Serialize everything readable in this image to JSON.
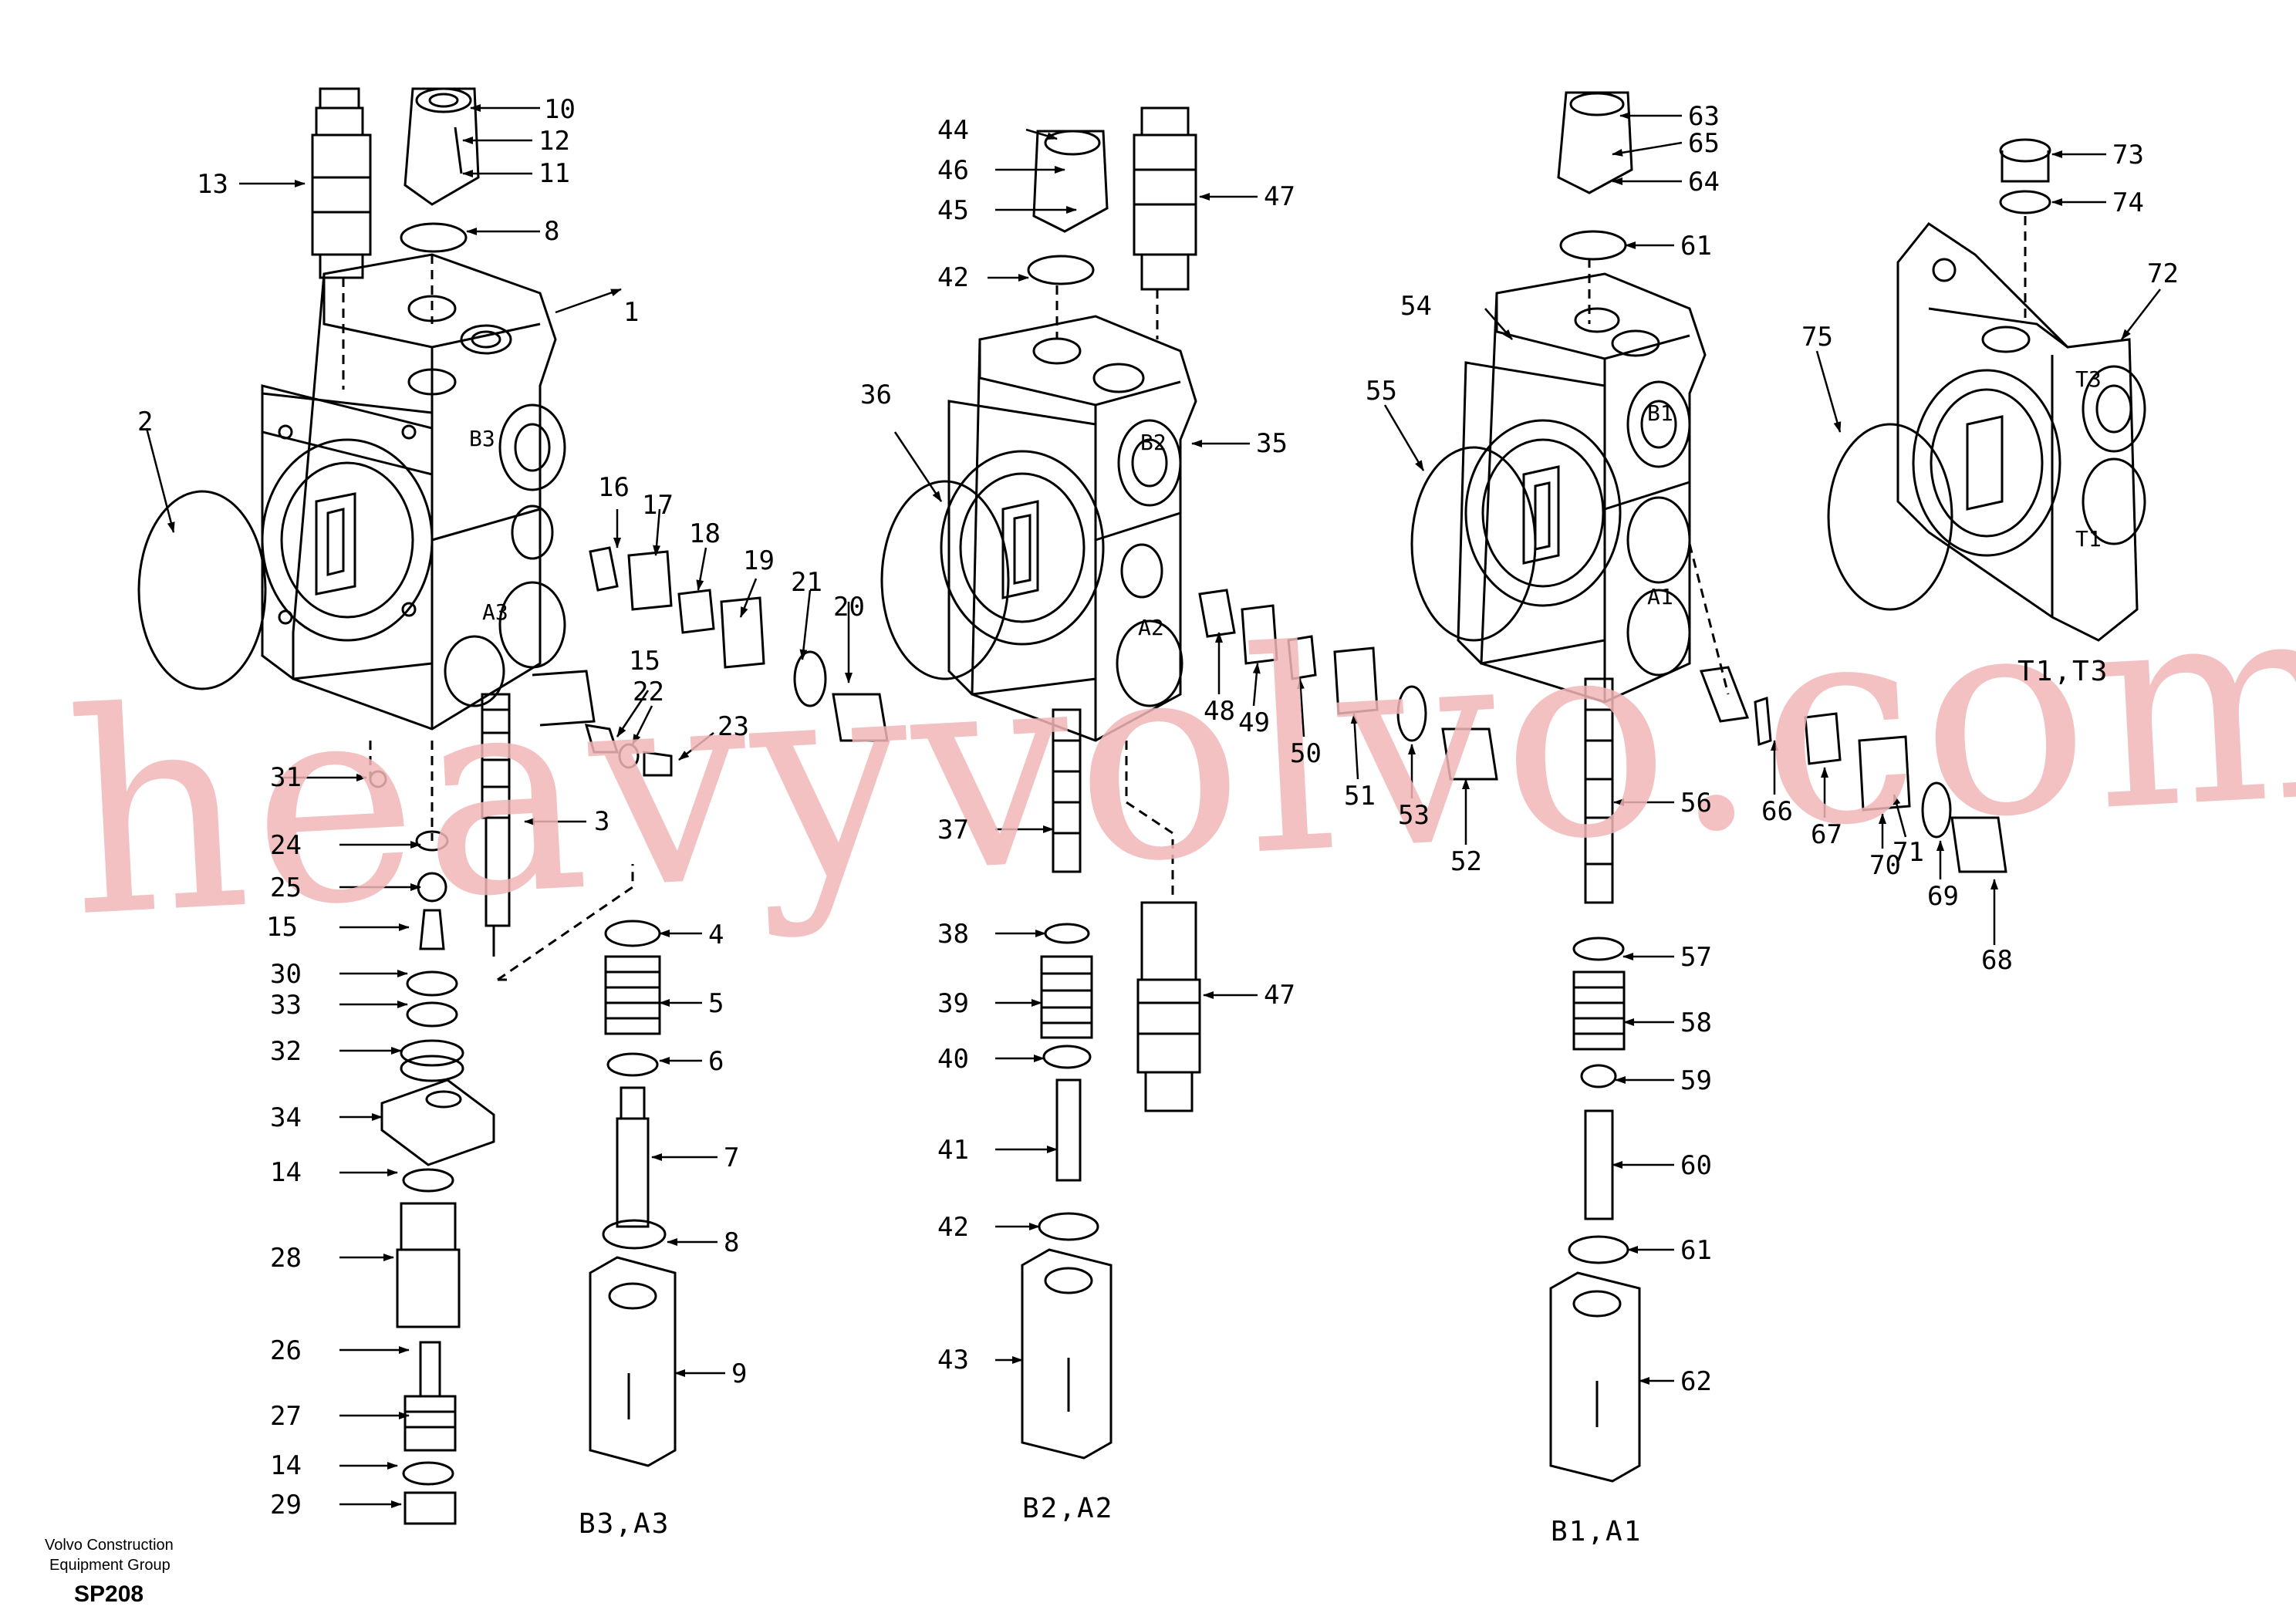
{
  "watermark": "heavyvolvo.com",
  "captions": {
    "group1": "B3,A3",
    "group2": "B2,A2",
    "group3": "B1,A1",
    "group4": "T1,T3"
  },
  "port_labels": {
    "b3": "B3",
    "a3": "A3",
    "b2": "B2",
    "a2": "A2",
    "b1": "B1",
    "a1": "A1",
    "t3": "T3",
    "t1": "T1"
  },
  "footer": {
    "company_line1": "Volvo Construction",
    "company_line2": "Equipment Group",
    "code": "SP208"
  },
  "part_numbers": [
    "1",
    "2",
    "3",
    "4",
    "5",
    "6",
    "7",
    "8",
    "8",
    "9",
    "10",
    "11",
    "12",
    "13",
    "14",
    "14",
    "15",
    "15",
    "16",
    "17",
    "18",
    "19",
    "20",
    "21",
    "22",
    "23",
    "24",
    "25",
    "26",
    "27",
    "28",
    "29",
    "30",
    "31",
    "32",
    "33",
    "34",
    "35",
    "36",
    "37",
    "38",
    "39",
    "40",
    "41",
    "42",
    "42",
    "43",
    "44",
    "45",
    "46",
    "47",
    "47",
    "48",
    "49",
    "50",
    "51",
    "52",
    "53",
    "54",
    "55",
    "56",
    "57",
    "58",
    "59",
    "60",
    "61",
    "61",
    "62",
    "63",
    "64",
    "65",
    "66",
    "67",
    "68",
    "69",
    "70",
    "71",
    "72",
    "73",
    "74",
    "75"
  ]
}
